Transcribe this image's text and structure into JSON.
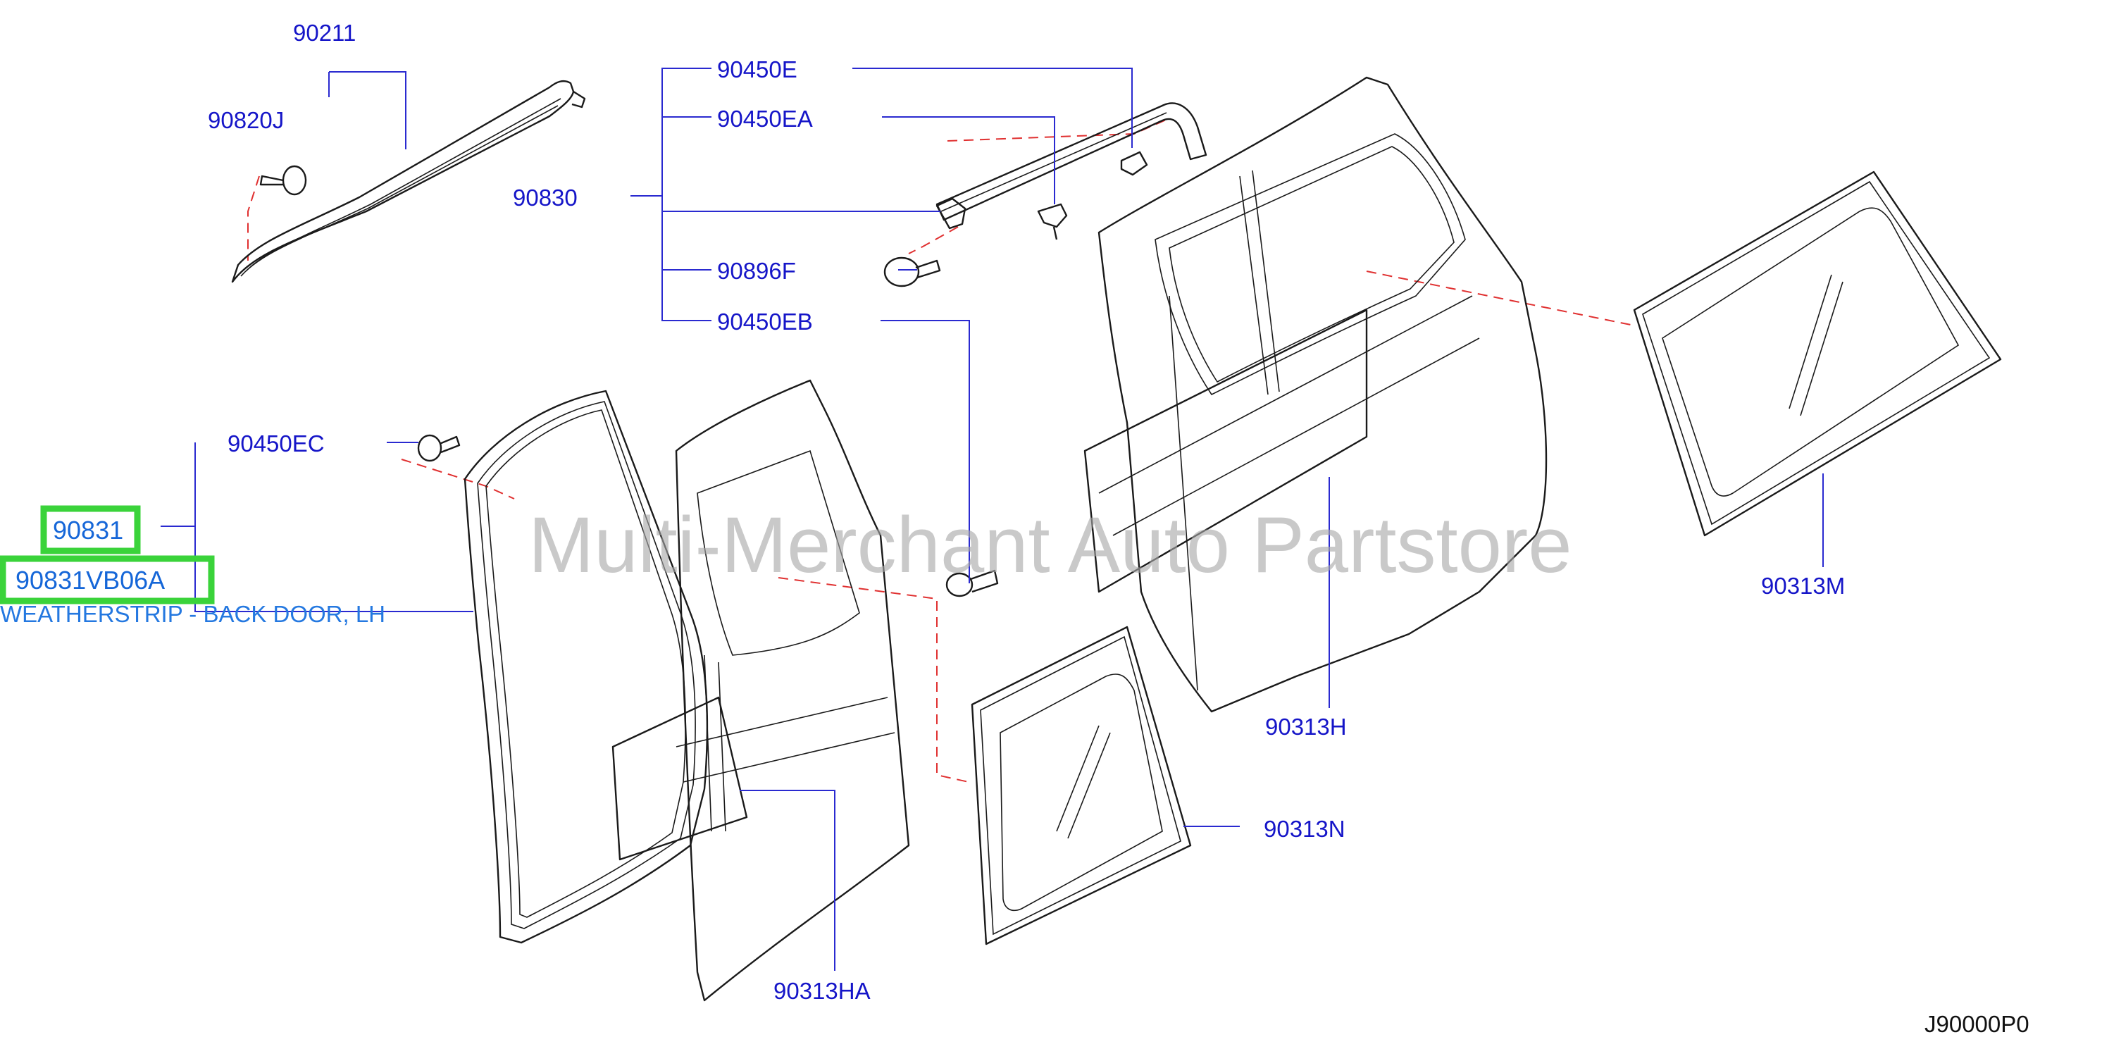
{
  "diagram": {
    "watermark": "Multi-Merchant Auto Partstore",
    "diagram_code": "J90000P0",
    "highlight": {
      "part_number": "90831",
      "sku": "90831VB06A",
      "description": "WEATHERSTRIP - BACK DOOR, LH",
      "highlight_color": "#3ad33a",
      "description_color": "#2478e0"
    },
    "callouts": {
      "c90211": "90211",
      "c90820J": "90820J",
      "c90450E": "90450E",
      "c90450EA": "90450EA",
      "c90830": "90830",
      "c90896F": "90896F",
      "c90450EB": "90450EB",
      "c90450EC": "90450EC",
      "c90313M": "90313M",
      "c90313H": "90313H",
      "c90313N": "90313N",
      "c90313HA": "90313HA"
    },
    "colors": {
      "callout_text": "#1515c8",
      "leader_line": "#2a2ad0",
      "dashed_guide": "#e03030",
      "part_outline": "#1a1a1a"
    }
  }
}
